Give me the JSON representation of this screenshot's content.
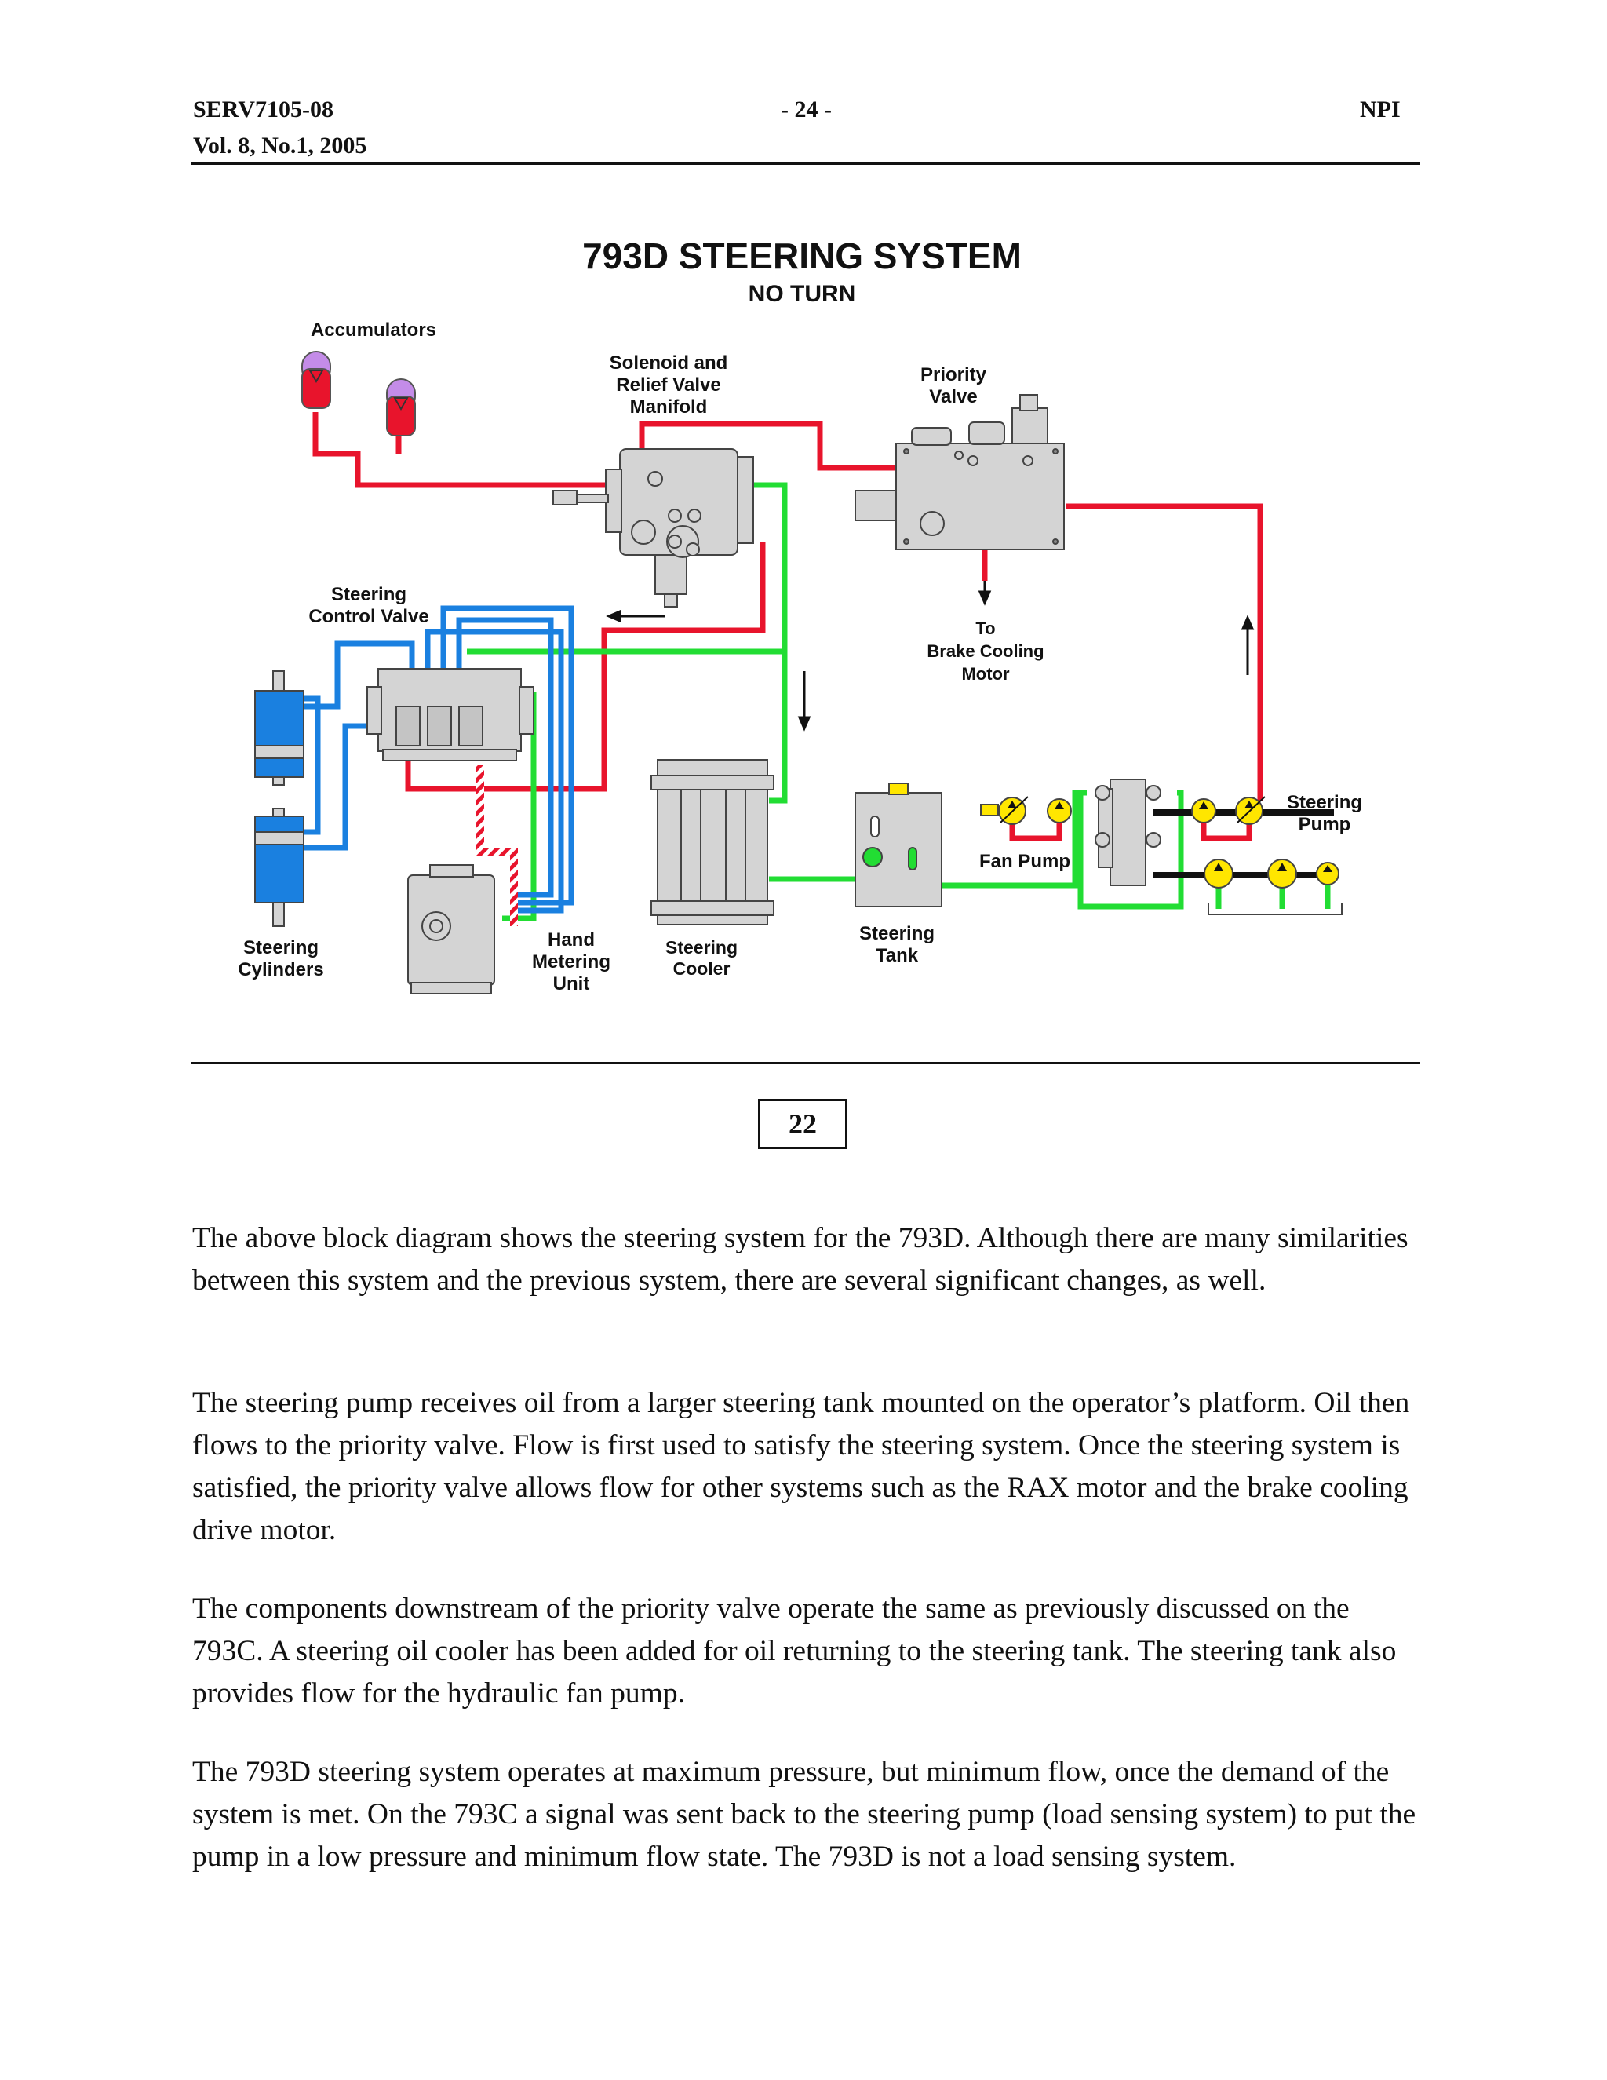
{
  "header": {
    "doc_id": "SERV7105-08",
    "volume": "Vol. 8, No.1, 2005",
    "page_number": "- 24 -",
    "code": "NPI"
  },
  "diagram": {
    "title": "793D STEERING SYSTEM",
    "subtitle": "NO TURN",
    "labels": {
      "accumulators": "Accumulators",
      "solenoid_l1": "Solenoid and",
      "solenoid_l2": "Relief Valve",
      "solenoid_l3": "Manifold",
      "priority_l1": "Priority",
      "priority_l2": "Valve",
      "control_l1": "Steering",
      "control_l2": "Control Valve",
      "brake_l1": "To",
      "brake_l2": "Brake Cooling",
      "brake_l3": "Motor",
      "cylinders_l1": "Steering",
      "cylinders_l2": "Cylinders",
      "hmu_l1": "Hand",
      "hmu_l2": "Metering",
      "hmu_l3": "Unit",
      "cooler_l1": "Steering",
      "cooler_l2": "Cooler",
      "tank_l1": "Steering",
      "tank_l2": "Tank",
      "fan_pump": "Fan Pump",
      "pump_l1": "Steering",
      "pump_l2": "Pump"
    },
    "colors": {
      "pressure": "#e8142c",
      "return": "#22dd33",
      "cylinder": "#1a80e0",
      "component": "#d4d4d4",
      "pump": "#ffe600",
      "accumulator_top": "#c48ce8"
    }
  },
  "figure_number": "22",
  "paragraphs": [
    "The above block diagram shows the steering system for the 793D.  Although there are many similarities between this system and the previous system, there are several significant changes, as well.",
    "The steering pump receives oil from a larger steering tank mounted on the operator’s platform. Oil then flows to the priority valve.  Flow is first used to satisfy the steering system.  Once the steering system is satisfied, the priority valve allows flow for other systems such as the RAX motor and the brake cooling drive motor.",
    "The components downstream of the priority valve operate the same as previously discussed on the 793C.  A steering oil cooler has been added for oil returning to the steering tank.  The steering tank also provides flow for the hydraulic fan pump.",
    "The 793D steering system operates at maximum pressure, but minimum flow, once the demand of the system is met.  On the 793C a signal was sent back to the steering pump (load sensing system) to put the pump in a low pressure and minimum flow state.  The 793D is not a load sensing system."
  ]
}
